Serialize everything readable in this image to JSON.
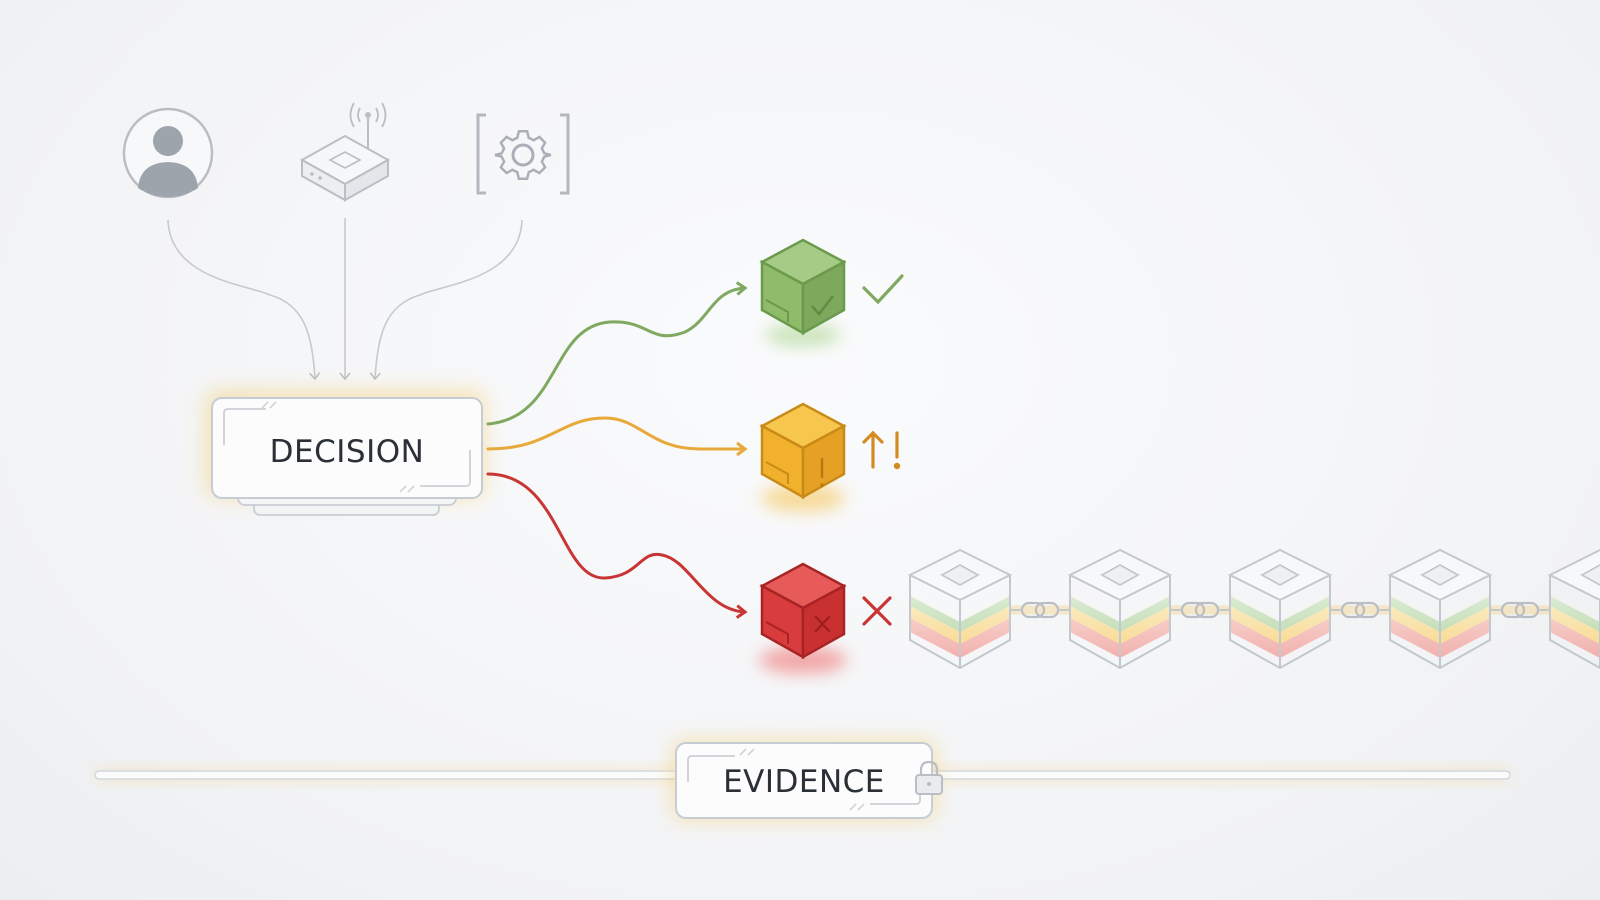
{
  "nodes": {
    "decision": {
      "label": "DECISION"
    },
    "evidence": {
      "label": "EVIDENCE"
    }
  },
  "inputs": [
    {
      "icon": "user-avatar-icon"
    },
    {
      "icon": "iot-device-icon"
    },
    {
      "icon": "settings-gear-icon"
    }
  ],
  "outcomes": [
    {
      "status": "approved",
      "icon": "check-icon",
      "color": "#7fa860"
    },
    {
      "status": "warning",
      "icon": "alert-escalate-icon",
      "color": "#e8a93a"
    },
    {
      "status": "rejected",
      "icon": "cross-icon",
      "color": "#d03c3c"
    }
  ],
  "ledger": {
    "block_count": 5,
    "icon": "chained-block-icon"
  },
  "colors": {
    "neutral_line": "#c6cace",
    "glow": "#f3d58a",
    "box_border": "#c9ced5"
  }
}
